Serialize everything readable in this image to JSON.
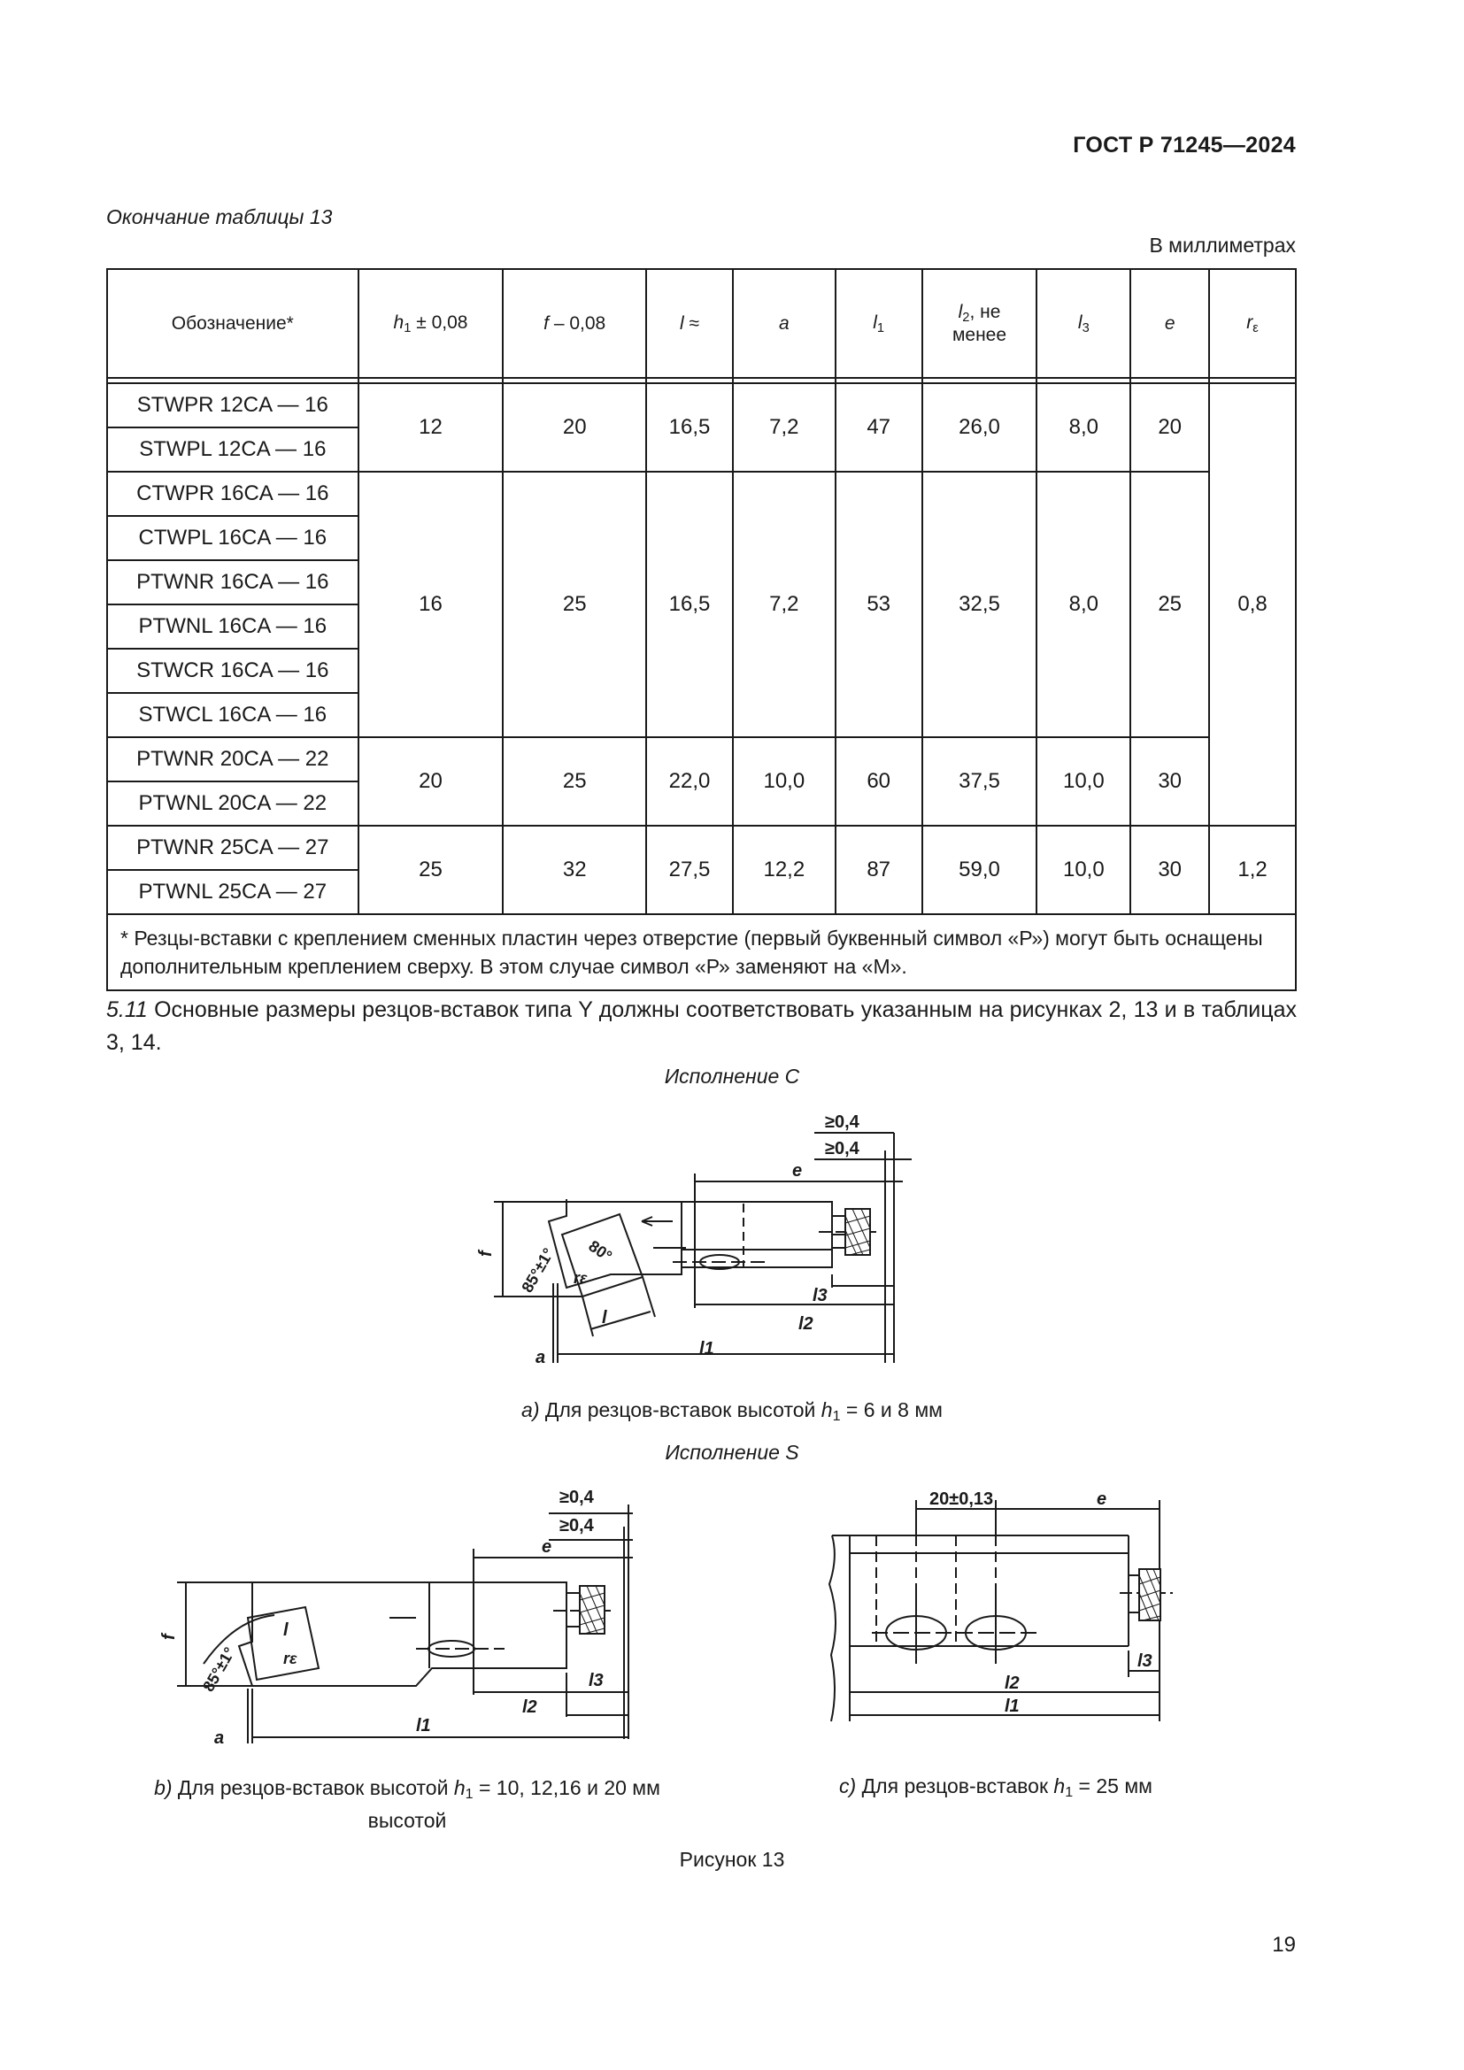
{
  "header": {
    "standard": "ГОСТ Р 71245—2024",
    "continuation": "Окончание таблицы 13",
    "units": "В миллиметрах"
  },
  "table": {
    "columns": [
      "Обозначение*",
      "h1 ± 0,08",
      "f – 0,08",
      "l ≈",
      "a",
      "l1",
      "l2, не менее",
      "l3",
      "e",
      "rε"
    ],
    "col_parts": {
      "h1_sym": "h",
      "h1_sub": "1",
      "h1_tol": " ± 0,08",
      "f_sym": "f",
      "f_tol": " – 0,08",
      "l_sym": "l",
      "l_tol": " ≈",
      "a_sym": "a",
      "l1_sym": "l",
      "l1_sub": "1",
      "l2_sym": "l",
      "l2_sub": "2",
      "l2_tail": ", не",
      "l2_line2": "менее",
      "l3_sym": "l",
      "l3_sub": "3",
      "e_sym": "e",
      "r_sym": "r",
      "r_sub": "ε"
    },
    "designations": [
      "STWPR 12CA — 16",
      "STWPL 12CA — 16",
      "CTWPR 16CA — 16",
      "CTWPL 16CA — 16",
      "PTWNR 16CA — 16",
      "PTWNL 16CA — 16",
      "STWCR 16CA — 16",
      "STWCL 16CA — 16",
      "PTWNR 20CA — 22",
      "PTWNL 20CA — 22",
      "PTWNR 25CA — 27",
      "PTWNL 25CA — 27"
    ],
    "groups": [
      {
        "h1": "12",
        "f": "20",
        "l": "16,5",
        "a": "7,2",
        "l1": "47",
        "l2": "26,0",
        "l3": "8,0",
        "e": "20"
      },
      {
        "h1": "16",
        "f": "25",
        "l": "16,5",
        "a": "7,2",
        "l1": "53",
        "l2": "32,5",
        "l3": "8,0",
        "e": "25"
      },
      {
        "h1": "20",
        "f": "25",
        "l": "22,0",
        "a": "10,0",
        "l1": "60",
        "l2": "37,5",
        "l3": "10,0",
        "e": "30"
      },
      {
        "h1": "25",
        "f": "32",
        "l": "27,5",
        "a": "12,2",
        "l1": "87",
        "l2": "59,0",
        "l3": "10,0",
        "e": "30"
      }
    ],
    "r_eps": [
      "0,8",
      "1,2"
    ],
    "footnote": "* Резцы-вставки с креплением сменных пластин через отверстие (первый буквенный символ «Р») могут быть оснащены дополнительным креплением сверху. В этом случае символ «Р» заменяют на «М»."
  },
  "paragraph": {
    "number": "5.11",
    "text": " Основные размеры резцов-вставок типа Y должны соответствовать указанным на рисунках 2, 13 и в таблицах 3, 14."
  },
  "figure": {
    "execution_c": "Исполнение C",
    "execution_s": "Исполнение S",
    "caption_a_letter": "a)",
    "caption_a_text": " Для резцов-вставок высотой ",
    "caption_a_sym": "h",
    "caption_a_sub": "1",
    "caption_a_tail": " = 6 и 8 мм",
    "caption_b_letter": "b)",
    "caption_b_text": " Для резцов-вставок высотой ",
    "caption_b_sym": "h",
    "caption_b_sub": "1",
    "caption_b_tail": " = 10, 12,16 и 20 мм",
    "caption_b_line2": "высотой",
    "caption_c_letter": "c)",
    "caption_c_text": " Для резцов-вставок ",
    "caption_c_sym": "h",
    "caption_c_sub": "1",
    "caption_c_tail": " = 25 мм",
    "title": "Рисунок 13",
    "labels": {
      "min04": "≥0,4",
      "e": "e",
      "f": "f",
      "a": "a",
      "l": "l",
      "l1": "l1",
      "l2": "l2",
      "l3": "l3",
      "angle85": "85°±1°",
      "angle80": "80°",
      "r_eps": "rε",
      "dim20": "20±0,13"
    }
  },
  "page_number": "19"
}
